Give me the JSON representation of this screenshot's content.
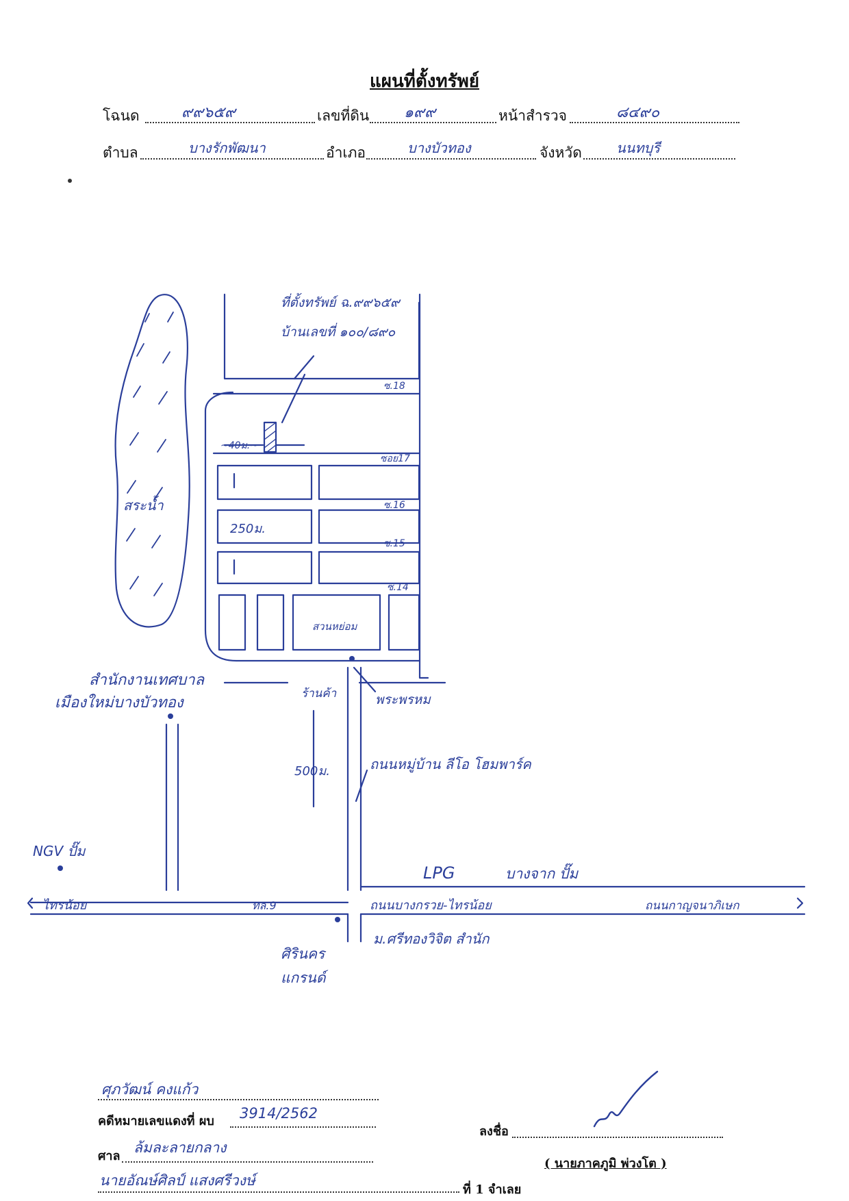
{
  "title": "แผนที่ตั้งทรัพย์",
  "header": {
    "deed_label": "โฉนด",
    "deed_value": "๙๙๖๕๙",
    "land_no_label": "เลขที่ดิน",
    "land_no_value": "๑๙๙",
    "survey_label": "หน้าสำรวจ",
    "survey_value": "๘๔๙๐",
    "subdistrict_label": "ตำบล",
    "subdistrict_value": "บางรักพัฒนา",
    "district_label": "อำเภอ",
    "district_value": "บางบัวทอง",
    "province_label": "จังหวัด",
    "province_value": "นนทบุรี"
  },
  "map": {
    "property_note_1": "ที่ตั้งทรัพย์ ฉ.๙๙๖๕๙",
    "property_note_2": "บ้านเลขที่ ๑๐๐/๘๙๐",
    "distance_40": "~40ม.~",
    "distance_250": "250ม.",
    "distance_500": "500ม.",
    "lane_18": "ซ.18",
    "lane_17": "ซอย17",
    "lane_16": "ซ.16",
    "lane_15": "ซ.15",
    "lane_14": "ซ.14",
    "pond": "สระน้ำ",
    "park": "สวนหย่อม",
    "office_1": "สำนักงานเทศบาล",
    "office_2": "เมืองใหม่บางบัวทอง",
    "shop": "ร้านค้า",
    "shrine": "พระพรหม",
    "village_road": "ถนนหมู่บ้าน ลีโอ โฮมพาร์ค",
    "ngv": "NGV ปั๊ม",
    "lpg": "LPG",
    "bangchak": "บางจาก ปั๊ม",
    "left_arrow": "ไทรน้อย",
    "road_no": "ทล.9",
    "main_road": "ถนนบางกรวย-ไทรน้อย",
    "right_arrow": "ถนนกาญจนาภิเษก",
    "sirinakorn_1": "ศิรินคร",
    "sirinakorn_2": "แกรนด์",
    "school": "ม.ศรีทองวิจิต สำนัก"
  },
  "footer": {
    "handwritten_name": "ศุภวัฒน์ คงแก้ว",
    "case_label": "คดีหมายเลขแดงที่ ผบ",
    "case_value": "3914/2562",
    "court_label": "ศาล",
    "court_value": "ล้มละลายกลาง",
    "person_value": "นายอัณษ์ศิลป์ แสงศรีวงษ์",
    "page_label": "ที่ 1 จำเลย",
    "sign_label": "ลงชื่อ",
    "signer_name": "( นายภาคภูมิ พ่วงโต )"
  }
}
